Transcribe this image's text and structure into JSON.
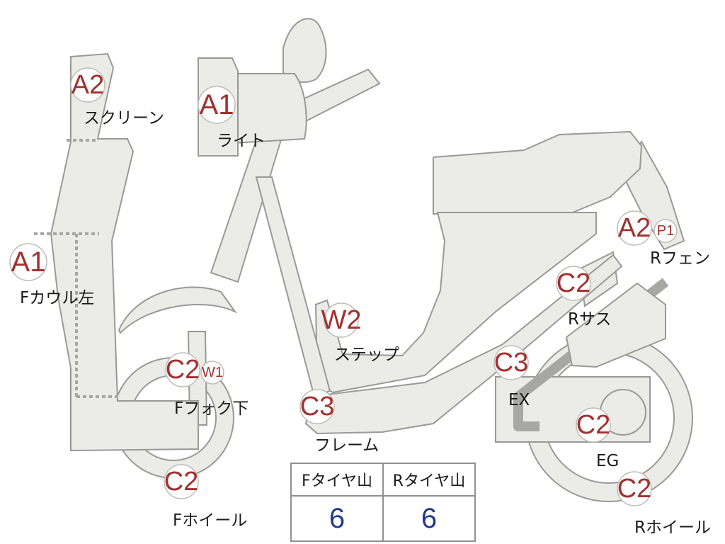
{
  "labels": {
    "screen": "スクリーン",
    "light": "ライト",
    "f_cowl_left": "Fカウル左",
    "f_fork_lower": "Fフォク下",
    "f_wheel": "Fホイール",
    "step": "ステップ",
    "frame": "フレーム",
    "r_fender": "Rフェン",
    "r_suspension": "Rサス",
    "exhaust": "EX",
    "engine": "EG",
    "r_wheel": "Rホイール"
  },
  "codes": {
    "screen": "A2",
    "light": "A1",
    "f_cowl_left": "A1",
    "f_fork_lower": "C2",
    "f_fork_lower_extra": "W1",
    "f_wheel": "C2",
    "step": "W2",
    "frame": "C3",
    "r_fender": "A2",
    "r_fender_extra": "P1",
    "r_suspension": "C2",
    "exhaust": "C3",
    "engine": "C2",
    "r_wheel": "C2"
  },
  "tread": {
    "headers": [
      "Fタイヤ山",
      "Rタイヤ山"
    ],
    "values": [
      "6",
      "6"
    ]
  },
  "colors": {
    "part_fill": "#ebebe8",
    "part_stroke": "#999995",
    "code_text": "#a1312f",
    "tread_value": "#23388f"
  }
}
